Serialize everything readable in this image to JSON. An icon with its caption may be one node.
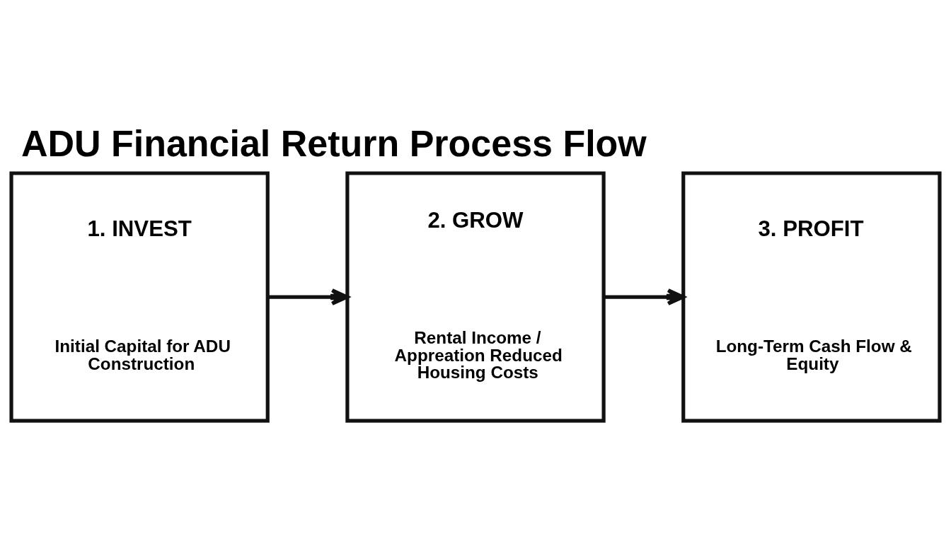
{
  "diagram": {
    "title": "ADU Financial Return Process Flow",
    "nodes": [
      {
        "text": [
          "1. INVEST",
          "Initial Capital for ADU Construction"
        ]
      },
      {
        "text": [
          "2. GROW",
          "Rental Income / Appreation Reduced Housing Costs"
        ]
      },
      {
        "text": [
          "3. PROFIT",
          "Long-Term Cash Flow & Equity"
        ]
      }
    ],
    "edges": [
      {
        "from": 0,
        "to": 1,
        "arrow": "to"
      },
      {
        "from": 1,
        "to": 2,
        "arrow": "to"
      }
    ]
  }
}
